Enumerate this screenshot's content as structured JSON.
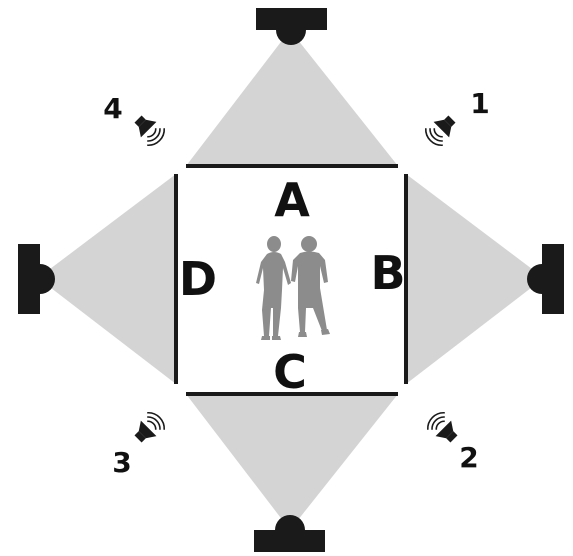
{
  "colors": {
    "beam": "#d4d4d4",
    "ink": "#1a1a1a",
    "person": "#8c8c8c"
  },
  "walls": {
    "top": "A",
    "right": "B",
    "bottom": "C",
    "left": "D"
  },
  "cameras": [
    {
      "icon": "camera-icon",
      "side": "top"
    },
    {
      "icon": "camera-icon",
      "side": "right"
    },
    {
      "icon": "camera-icon",
      "side": "bottom"
    },
    {
      "icon": "camera-icon",
      "side": "left"
    }
  ],
  "speakers": [
    {
      "label": "1",
      "icon": "speaker-icon",
      "corner": "top-right"
    },
    {
      "label": "2",
      "icon": "speaker-icon",
      "corner": "bottom-right"
    },
    {
      "label": "3",
      "icon": "speaker-icon",
      "corner": "bottom-left"
    },
    {
      "label": "4",
      "icon": "speaker-icon",
      "corner": "top-left"
    }
  ],
  "subjects": {
    "icon": "people-silhouette-icon",
    "count": 2
  }
}
